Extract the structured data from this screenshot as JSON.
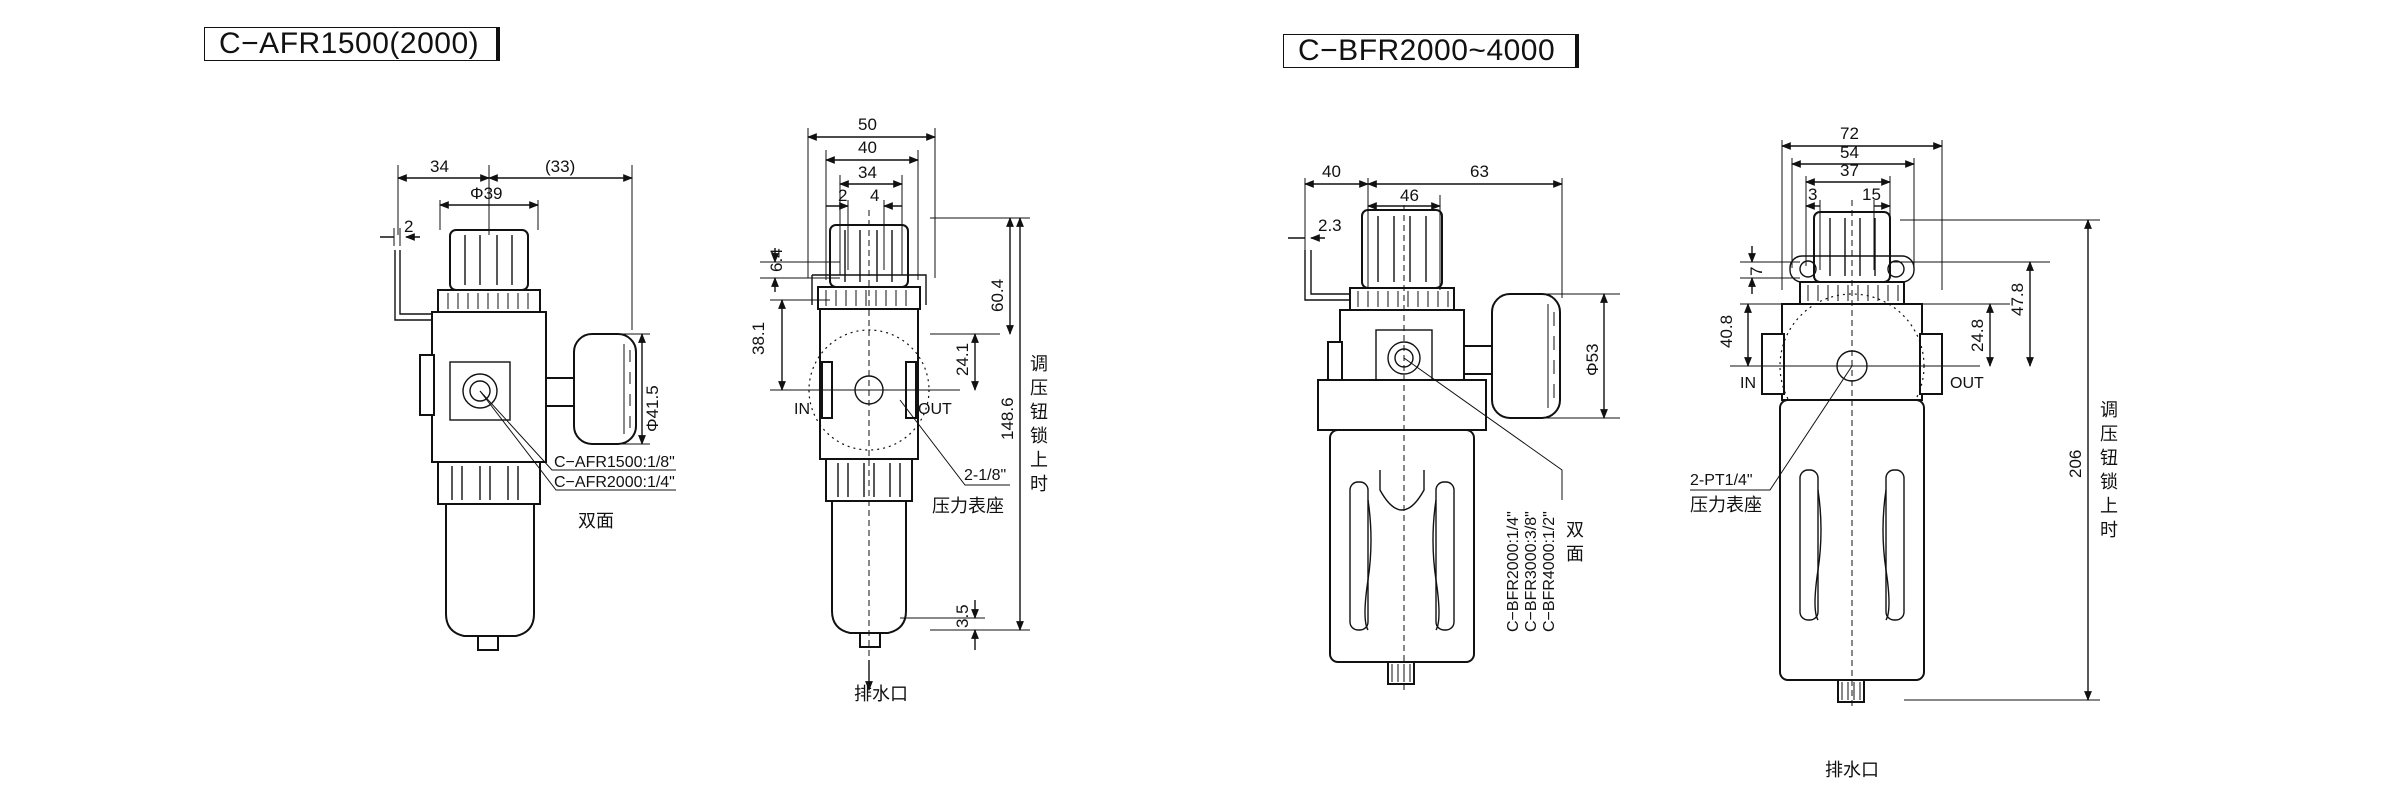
{
  "titles": {
    "left": "C−AFR1500(2000)",
    "right": "C−BFR2000~4000"
  },
  "fig1": {
    "dim_34": "34",
    "dim_33": "(33)",
    "dim_phi39": "Φ39",
    "dim_2": "2",
    "dim_phi415": "Φ41.5",
    "port_1500": "C−AFR1500:1/8\"",
    "port_2000": "C−AFR2000:1/4\"",
    "both_sides": "双面"
  },
  "fig2": {
    "dim_50": "50",
    "dim_40": "40",
    "dim_34": "34",
    "dim_2": "2",
    "dim_4": "4",
    "dim_64": "6.4",
    "dim_381": "38.1",
    "dim_604": "60.4",
    "dim_241": "24.1",
    "dim_1486": "148.6",
    "dim_35": "3.5",
    "in": "IN",
    "out": "OUT",
    "gauge_port": "2-1/8\"",
    "gauge_seat": "压力表座",
    "adjust_lock": [
      "调",
      "压",
      "钮",
      "锁",
      "上",
      "时"
    ],
    "drain": "排水口"
  },
  "fig3": {
    "dim_40": "40",
    "dim_46": "46",
    "dim_63": "63",
    "dim_23": "2.3",
    "dim_phi53": "Φ53",
    "port_2000": "C−BFR2000:1/4\"",
    "port_3000": "C−BFR3000:3/8\"",
    "port_4000": "C−BFR4000:1/2\"",
    "both_sides": [
      "双",
      "面"
    ]
  },
  "fig4": {
    "dim_72": "72",
    "dim_54": "54",
    "dim_37": "37",
    "dim_3": "3",
    "dim_15": "15",
    "dim_7": "7",
    "dim_408": "40.8",
    "dim_248": "24.8",
    "dim_478": "47.8",
    "dim_206": "206",
    "in": "IN",
    "out": "OUT",
    "gauge_port": "2-PT1/4\"",
    "gauge_seat": "压力表座",
    "adjust_lock": [
      "调",
      "压",
      "钮",
      "锁",
      "上",
      "时"
    ],
    "drain": "排水口"
  }
}
